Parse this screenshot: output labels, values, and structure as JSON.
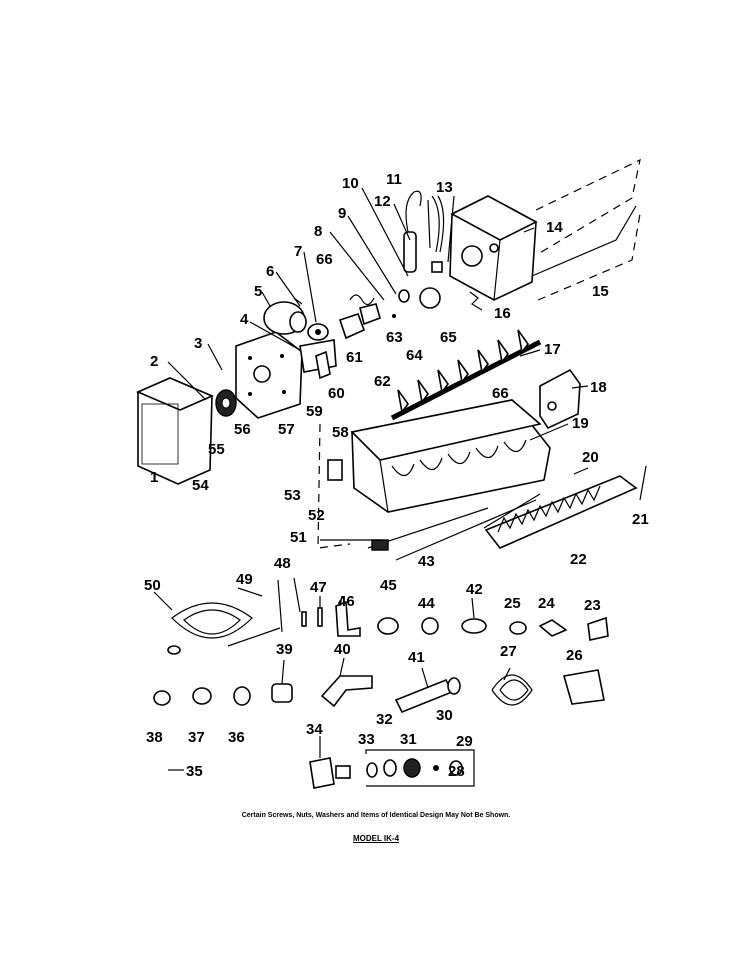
{
  "diagram": {
    "part_numbers": [
      "1",
      "2",
      "3",
      "4",
      "5",
      "6",
      "7",
      "8",
      "9",
      "10",
      "11",
      "12",
      "13",
      "14",
      "15",
      "16",
      "17",
      "18",
      "19",
      "20",
      "21",
      "22",
      "23",
      "24",
      "25",
      "26",
      "27",
      "28",
      "29",
      "30",
      "31",
      "32",
      "33",
      "34",
      "35",
      "36",
      "37",
      "38",
      "39",
      "40",
      "41",
      "42",
      "43",
      "44",
      "45",
      "46",
      "47",
      "48",
      "49",
      "50",
      "51",
      "52",
      "53",
      "54",
      "55",
      "56",
      "57",
      "58",
      "59",
      "60",
      "61",
      "62",
      "63",
      "64",
      "65",
      "66",
      "66"
    ]
  },
  "footer": {
    "note": "Certain Screws, Nuts, Washers and Items of Identical Design May Not Be Shown.",
    "model": "MODEL IK-4"
  }
}
